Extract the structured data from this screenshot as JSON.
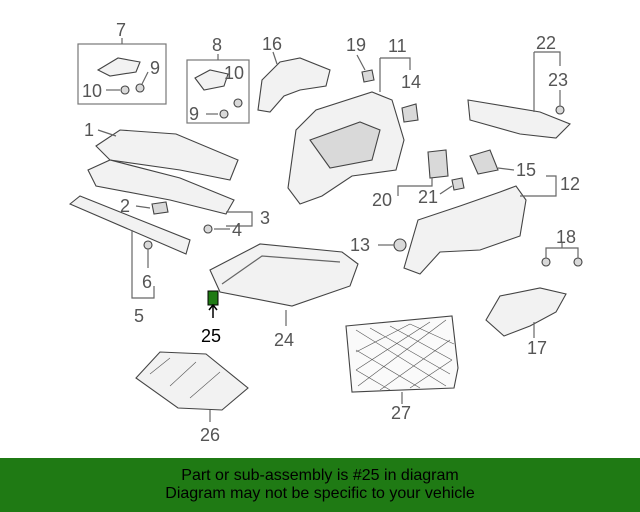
{
  "callouts": {
    "c1": "1",
    "c2": "2",
    "c3": "3",
    "c4": "4",
    "c5": "5",
    "c6": "6",
    "c7": "7",
    "c8": "8",
    "c9a": "9",
    "c9b": "9",
    "c10a": "10",
    "c10b": "10",
    "c11": "11",
    "c12": "12",
    "c13": "13",
    "c14": "14",
    "c15": "15",
    "c16": "16",
    "c17": "17",
    "c18": "18",
    "c19": "19",
    "c20": "20",
    "c21": "21",
    "c22": "22",
    "c23": "23",
    "c24": "24",
    "c25": "25",
    "c26": "26",
    "c27": "27"
  },
  "highlight": {
    "part_number": "25",
    "color": "#1f7a14"
  },
  "banner": {
    "line1": "Part or sub-assembly is #25 in diagram",
    "line2": "Diagram may not be specific to your vehicle",
    "background": "#1f7a14"
  }
}
